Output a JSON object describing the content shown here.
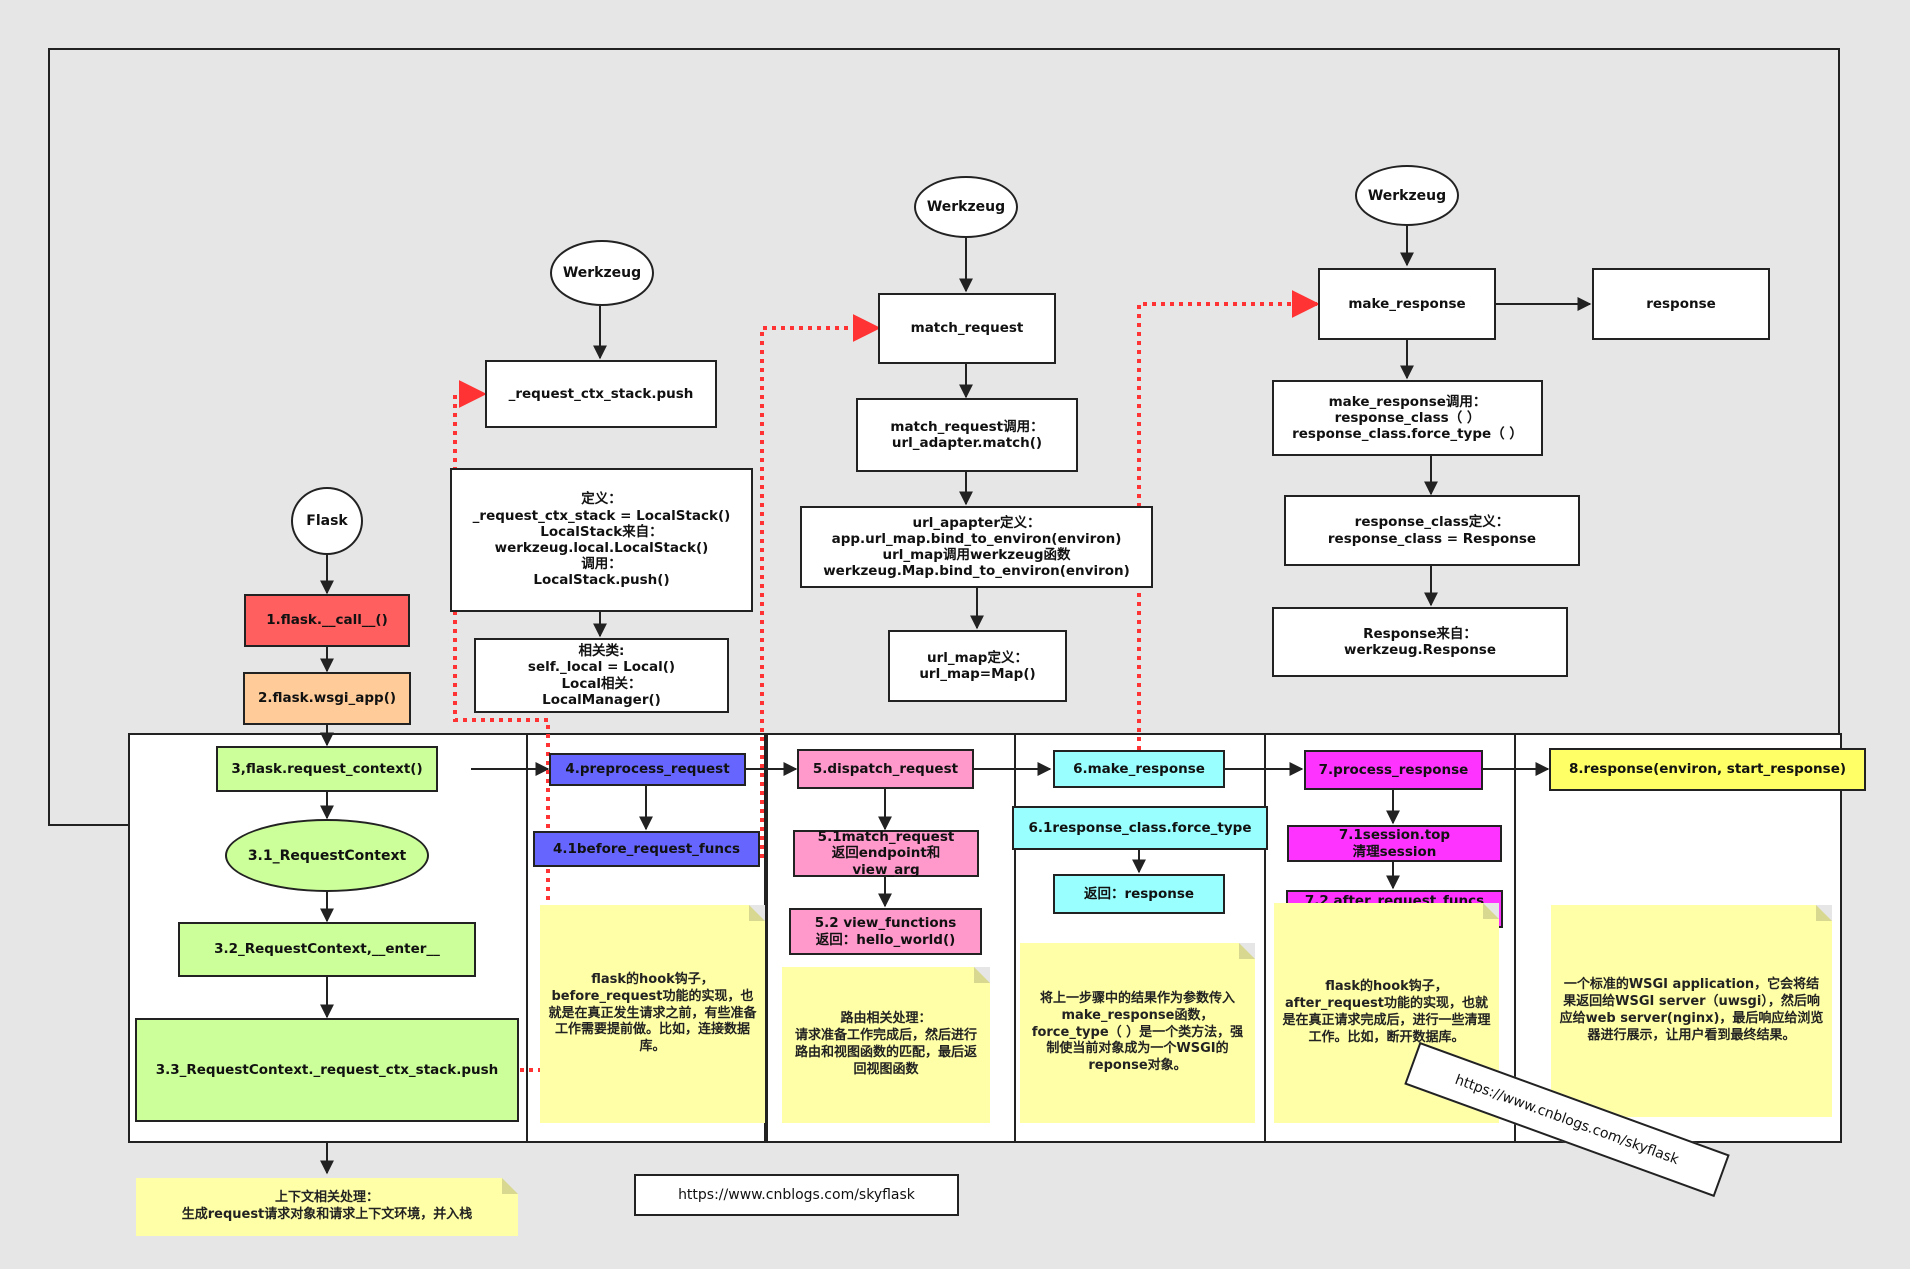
{
  "nodes": {
    "flask": "Flask",
    "step1": "1.flask.__call__()",
    "step2": "2.flask.wsgi_app()",
    "step3": "3,flask.request_context()",
    "step31": "3.1_RequestContext",
    "step32": "3.2_RequestContext,__enter__",
    "step33": "3.3_RequestContext._request_ctx_stack.push",
    "werkzeug1": "Werkzeug",
    "ctx_push": "_request_ctx_stack.push",
    "ctx_def": "定义：\n_request_ctx_stack = LocalStack()\nLocalStack来自：\nwerkzeug.local.LocalStack()\n调用：\nLocalStack.push()",
    "ctx_related": "相关类:\nself._local = Local()\nLocal相关：\nLocalManager()",
    "step4": "4.preprocess_request",
    "step41": "4.1before_request_funcs",
    "werkzeug2": "Werkzeug",
    "match_request": "match_request",
    "match_call": "match_request调用：\nurl_adapter.match()",
    "url_apapter": "url_apapter定义：\napp.url_map.bind_to_environ(environ)\nurl_map调用werkzeug函数\nwerkzeug.Map.bind_to_environ(environ)",
    "url_map": "url_map定义：\nurl_map=Map()",
    "step5": "5.dispatch_request",
    "step51": "5.1match_request\n返回endpoint和view_arg",
    "step52": "5.2 view_functions\n返回：hello_world()",
    "werkzeug3": "Werkzeug",
    "make_response": "make_response",
    "response": "response",
    "mr_call": "make_response调用：\nresponse_class（ ）\nresponse_class.force_type（ ）",
    "rc_def": "response_class定义：\nresponse_class = Response",
    "resp_from": "Response来自：\nwerkzeug.Response",
    "step6": "6.make_response",
    "step61": "6.1response_class.force_type",
    "ret_resp": "返回：response",
    "step7": "7.process_response",
    "step71": "7.1session.top\n清理session",
    "step72": "7.2 after_request_funcs\n清理其他",
    "step8": "8.response(environ, start_response)"
  },
  "notes": {
    "ctx_note": "上下文相关处理：\n生成request请求对象和请求上下文环境，并入栈",
    "hook_before": "flask的hook钩子，\nbefore_request功能的实现，也就是在真正发生请求之前，有些准备工作需要提前做。比如，连接数据库。",
    "route_note": "路由相关处理：\n请求准备工作完成后，然后进行路由和视图函数的匹配，最后返回视图函数",
    "resp_note": "将上一步骤中的结果作为参数传入make_response函数，\nforce_type（ ）是一个类方法，强制使当前对象成为一个WSGI的reponse对象。",
    "hook_after": "flask的hook钩子，\nafter_request功能的实现，也就是在真正请求完成后，进行一些清理工作。比如，断开数据库。",
    "wsgi_note": "一个标准的WSGI application，它会将结果返回给WSGI server（uwsgi），然后响应给web server(nginx)，最后响应给浏览器进行展示，让用户看到最终结果。"
  },
  "watermark": {
    "url_bottom": "https://www.cnblogs.com/skyflask",
    "url_tilted": "https://www.cnblogs.com/skyflask"
  },
  "colors": {
    "red": "#ff5f5f",
    "orange": "#ffcc99",
    "green": "#ccff99",
    "blue": "#6666ff",
    "pink": "#ff99cc",
    "cyan": "#99ffff",
    "magenta": "#ff33ff",
    "yellow": "#ffff66",
    "note": "#ffffa8",
    "dashed": "#ff3333"
  }
}
